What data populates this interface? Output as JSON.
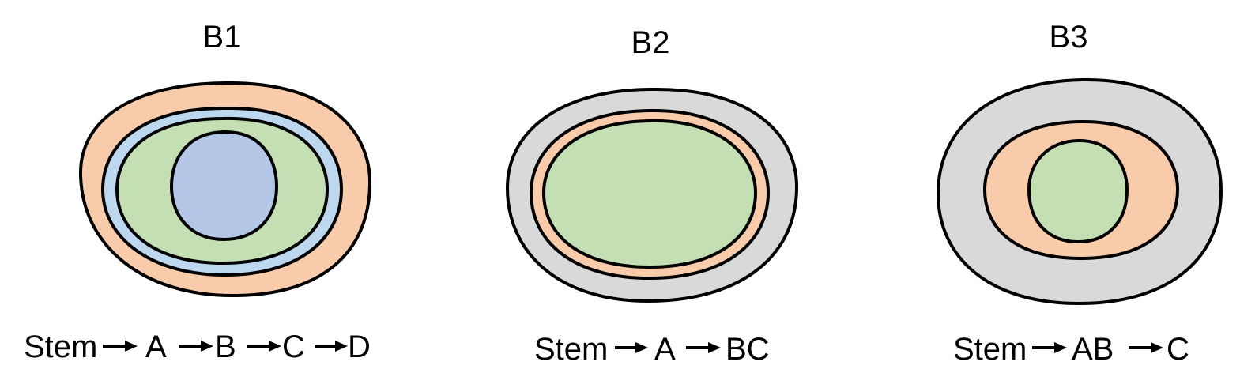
{
  "panels": [
    {
      "title": "B1",
      "sequence": [
        "Stem",
        "A",
        "B",
        "C",
        "D"
      ],
      "layers": [
        {
          "color": "#f8ccab"
        },
        {
          "color": "#bdd7ee"
        },
        {
          "color": "#c5dfb4"
        },
        {
          "color": "#b4c7e7"
        }
      ]
    },
    {
      "title": "B2",
      "sequence": [
        "Stem",
        "A",
        "BC"
      ],
      "layers": [
        {
          "color": "#d9d9d9"
        },
        {
          "color": "#f8ccab"
        },
        {
          "color": "#c5dfb4"
        }
      ]
    },
    {
      "title": "B3",
      "sequence": [
        "Stem",
        "AB",
        "C"
      ],
      "layers": [
        {
          "color": "#d9d9d9"
        },
        {
          "color": "#f8ccab"
        },
        {
          "color": "#c5dfb4"
        }
      ]
    }
  ]
}
